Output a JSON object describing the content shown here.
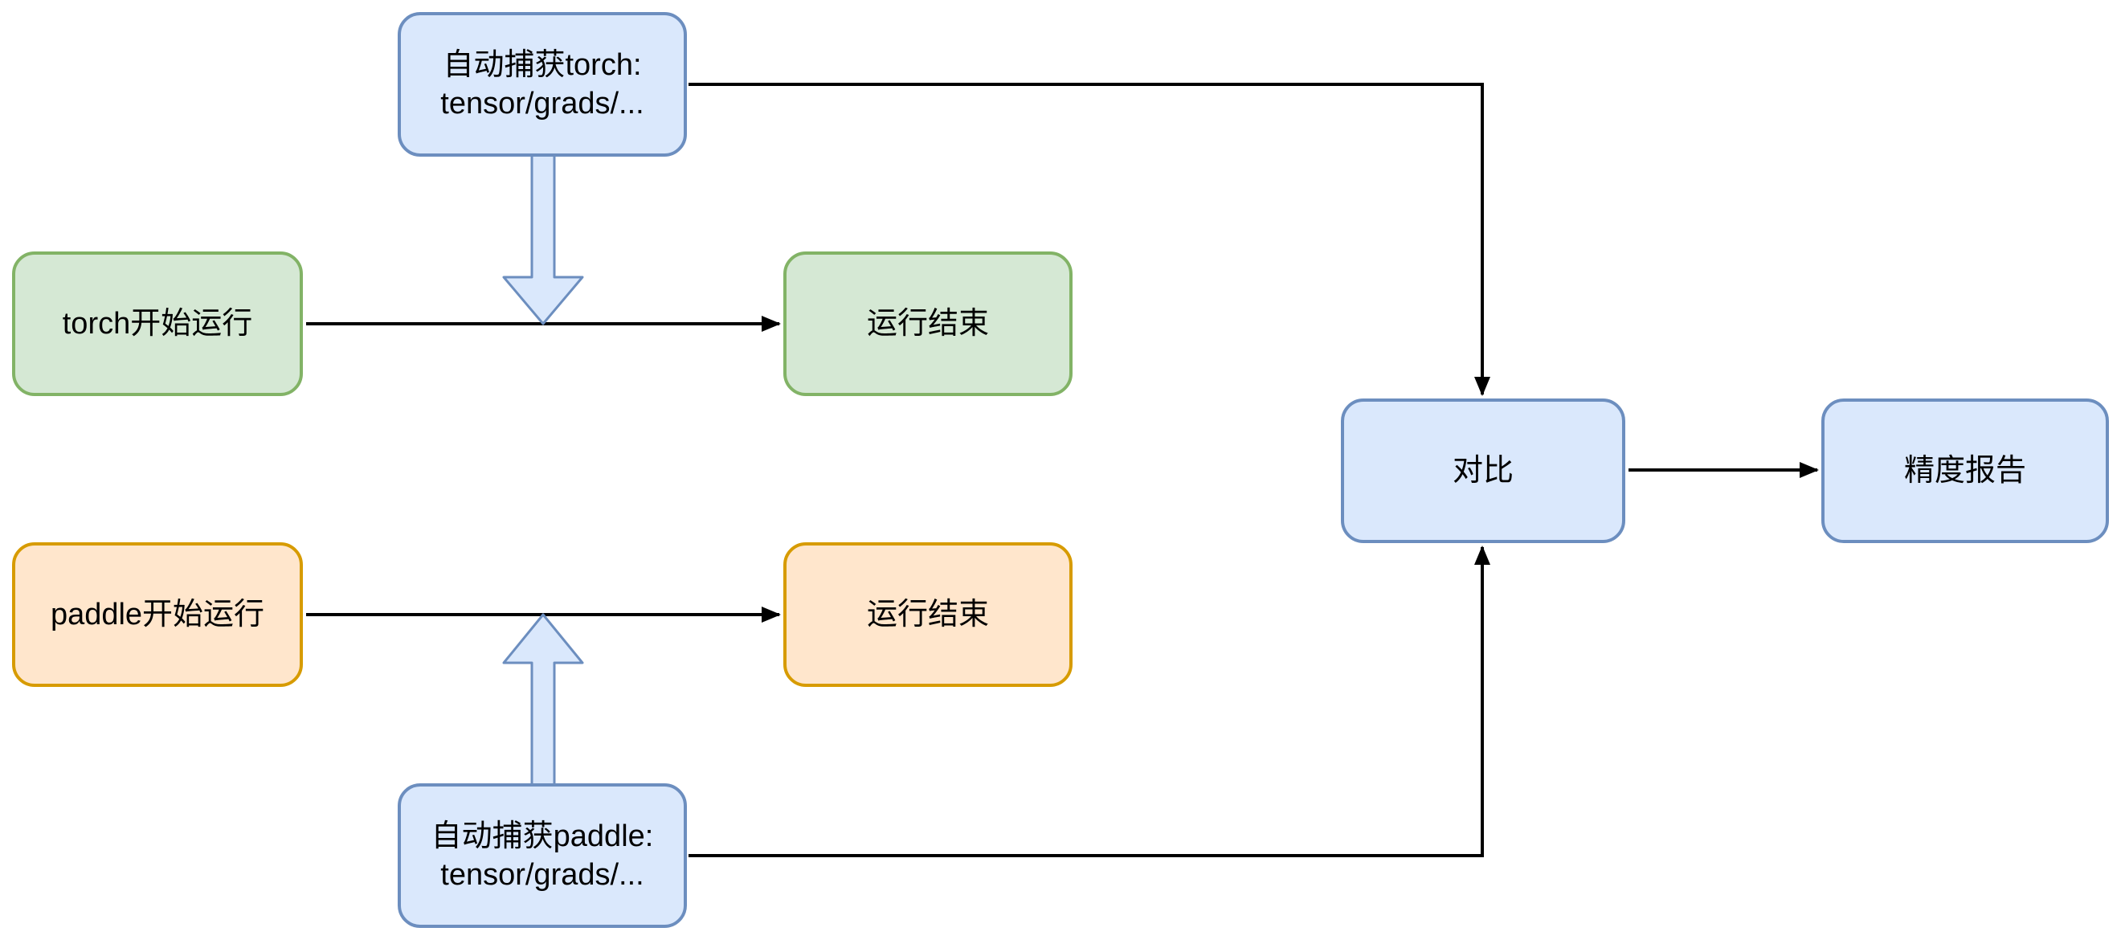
{
  "diagram": {
    "title": "torch-paddle precision comparison flow",
    "background": "#ffffff",
    "colors": {
      "blue_fill": "#dae8fc",
      "blue_stroke": "#6c8ebf",
      "green_fill": "#d5e8d4",
      "green_stroke": "#82b366",
      "orange_fill": "#ffe6cc",
      "orange_stroke": "#d79b00",
      "connector": "#000000",
      "text": "#000000"
    },
    "nodes": {
      "capture_torch": {
        "line1": "自动捕获torch:",
        "line2": "tensor/grads/..."
      },
      "torch_start": {
        "label": "torch开始运行"
      },
      "torch_end": {
        "label": "运行结束"
      },
      "paddle_start": {
        "label": "paddle开始运行"
      },
      "paddle_end": {
        "label": "运行结束"
      },
      "capture_paddle": {
        "line1": "自动捕获paddle:",
        "line2": "tensor/grads/..."
      },
      "compare": {
        "label": "对比"
      },
      "report": {
        "label": "精度报告"
      }
    },
    "edges": [
      {
        "from": "torch_start",
        "to": "torch_end",
        "style": "black-arrow"
      },
      {
        "from": "paddle_start",
        "to": "paddle_end",
        "style": "black-arrow"
      },
      {
        "from": "capture_torch",
        "to": "compare",
        "style": "black-arrow-elbow"
      },
      {
        "from": "capture_paddle",
        "to": "compare",
        "style": "black-arrow-elbow"
      },
      {
        "from": "compare",
        "to": "report",
        "style": "black-arrow"
      },
      {
        "from": "capture_torch",
        "to": "torch_flow_line",
        "style": "fat-blue-arrow-down"
      },
      {
        "from": "capture_paddle",
        "to": "paddle_flow_line",
        "style": "fat-blue-arrow-up"
      }
    ]
  }
}
